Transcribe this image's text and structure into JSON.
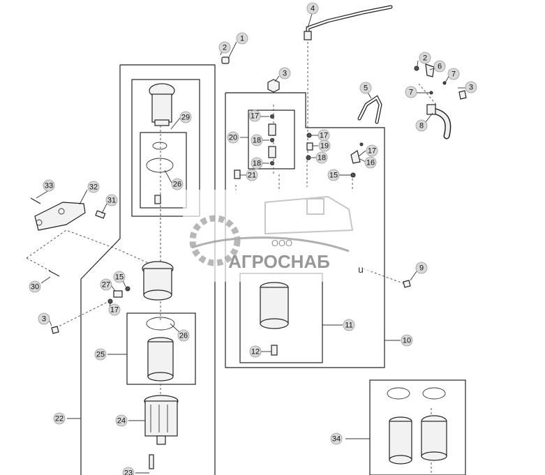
{
  "callouts": [
    {
      "id": "c1",
      "label": "1"
    },
    {
      "id": "c2a",
      "label": "2"
    },
    {
      "id": "c3a",
      "label": "3"
    },
    {
      "id": "c4",
      "label": "4"
    },
    {
      "id": "c5",
      "label": "5"
    },
    {
      "id": "c6",
      "label": "6"
    },
    {
      "id": "c2b",
      "label": "2"
    },
    {
      "id": "c7a",
      "label": "7"
    },
    {
      "id": "c7b",
      "label": "7"
    },
    {
      "id": "c3b",
      "label": "3"
    },
    {
      "id": "c8",
      "label": "8"
    },
    {
      "id": "c29",
      "label": "29"
    },
    {
      "id": "c26a",
      "label": "26"
    },
    {
      "id": "c20",
      "label": "20"
    },
    {
      "id": "c17a",
      "label": "17"
    },
    {
      "id": "c18a",
      "label": "18"
    },
    {
      "id": "c18b",
      "label": "18"
    },
    {
      "id": "c21",
      "label": "21"
    },
    {
      "id": "c17b",
      "label": "17"
    },
    {
      "id": "c19",
      "label": "19"
    },
    {
      "id": "c18c",
      "label": "18"
    },
    {
      "id": "c17c",
      "label": "17"
    },
    {
      "id": "c16",
      "label": "16"
    },
    {
      "id": "c15a",
      "label": "15"
    },
    {
      "id": "c33",
      "label": "33"
    },
    {
      "id": "c32",
      "label": "32"
    },
    {
      "id": "c31",
      "label": "31"
    },
    {
      "id": "c30",
      "label": "30"
    },
    {
      "id": "c9",
      "label": "9"
    },
    {
      "id": "c15b",
      "label": "15"
    },
    {
      "id": "c27",
      "label": "27"
    },
    {
      "id": "c17d",
      "label": "17"
    },
    {
      "id": "c3c",
      "label": "3"
    },
    {
      "id": "c26b",
      "label": "26"
    },
    {
      "id": "c25",
      "label": "25"
    },
    {
      "id": "c11",
      "label": "11"
    },
    {
      "id": "c12",
      "label": "12"
    },
    {
      "id": "c10",
      "label": "10"
    },
    {
      "id": "c22",
      "label": "22"
    },
    {
      "id": "c24",
      "label": "24"
    },
    {
      "id": "c34",
      "label": "34"
    },
    {
      "id": "c23",
      "label": "23"
    }
  ],
  "watermark": {
    "company_prefix": "ООО",
    "company_name": "АГРОСНАБ",
    "suffix": "u"
  }
}
